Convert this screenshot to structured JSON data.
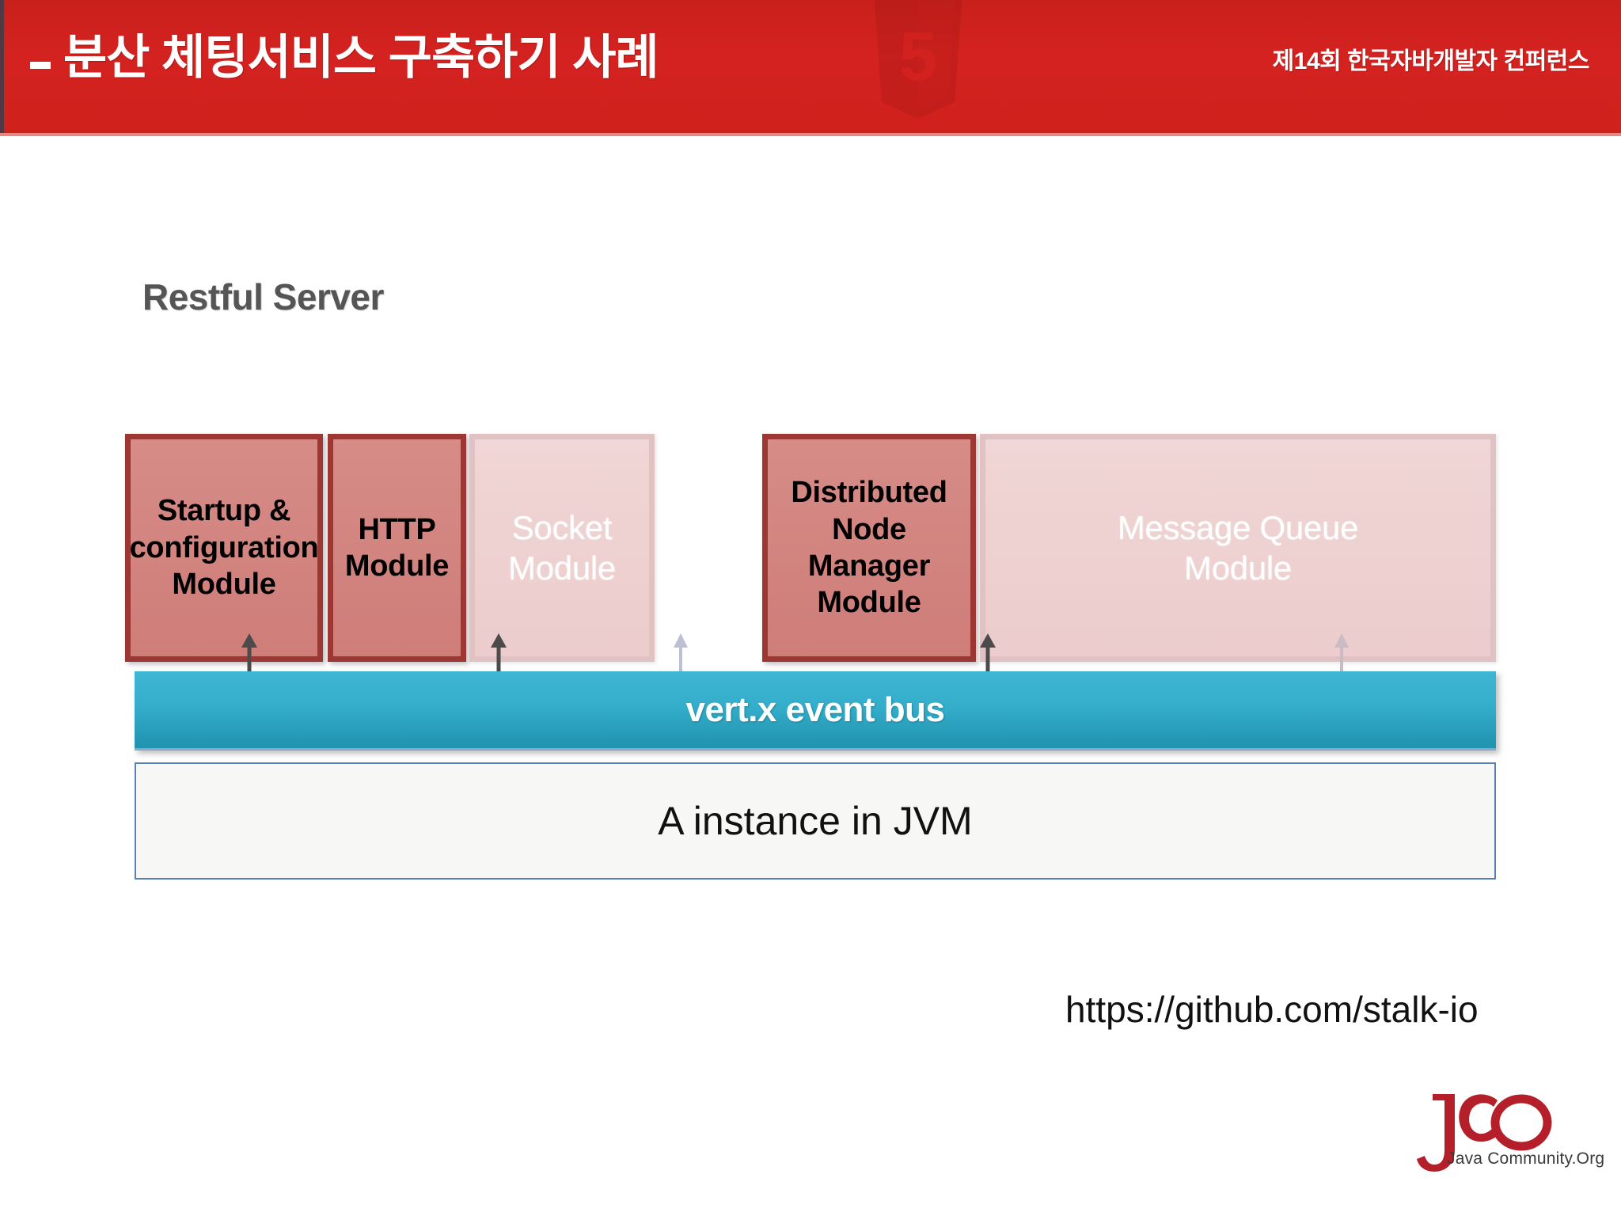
{
  "header": {
    "title": "분산 체팅서비스 구축하기 사례",
    "conference": "제14회 한국자바개발자 컨퍼런스",
    "bullet_icon": "dash-bullet-icon",
    "watermark_icon": "html5-shield-watermark-icon",
    "bg_color": "#d0211c",
    "text_color": "#ffffff"
  },
  "content": {
    "section_label": "Restful Server",
    "section_label_color": "#555556",
    "modules": [
      {
        "label": "Startup &\nconfiguration\nModule",
        "state": "active",
        "fill": "#d4827e",
        "border": "#9c3733",
        "text_color": "#000000",
        "arrow": "double-headed-vertical-arrow",
        "arrow_state": "active"
      },
      {
        "label": "HTTP\nModule",
        "state": "active",
        "fill": "#d4827e",
        "border": "#9c3733",
        "text_color": "#000000",
        "arrow": "double-headed-vertical-arrow",
        "arrow_state": "active"
      },
      {
        "label": "Socket\nModule",
        "state": "faded",
        "fill": "#eed2d2",
        "border": "#e0c2c4",
        "text_color": "#ffffff",
        "arrow": "single-headed-up-arrow",
        "arrow_state": "faded"
      },
      {
        "label": "Distributed\nNode Manager\nModule",
        "state": "active",
        "fill": "#d4827e",
        "border": "#9c3733",
        "text_color": "#000000",
        "arrow": "double-headed-vertical-arrow",
        "arrow_state": "active"
      },
      {
        "label": "Message Queue\nModule",
        "state": "faded",
        "fill": "#eed2d2",
        "border": "#e0c2c4",
        "text_color": "#ffffff",
        "arrow": "single-headed-up-arrow",
        "arrow_state": "faded"
      }
    ],
    "event_bus": {
      "label": "vert.x event bus",
      "fill": "#34aecb",
      "text_color": "#ffffff"
    },
    "jvm": {
      "label": "A instance in JVM",
      "fill": "#f7f7f5",
      "border": "#5b7fae",
      "text_color": "#111111"
    },
    "repo_url": "https://github.com/stalk-io"
  },
  "footer": {
    "logo_mark": "jco-logo",
    "logo_text": "JCO",
    "tagline": "Java Community.Org",
    "logo_color": "#b51f2a"
  }
}
